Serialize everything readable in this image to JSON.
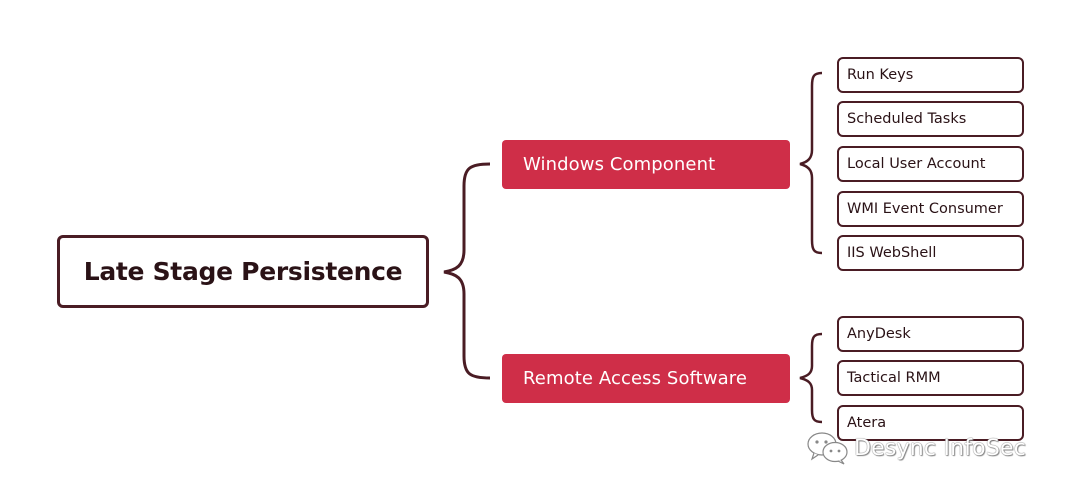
{
  "root": {
    "label": "Late Stage Persistence"
  },
  "branches": [
    {
      "label": "Windows Component",
      "items": [
        "Run Keys",
        "Scheduled Tasks",
        "Local User Account",
        "WMI Event Consumer",
        "IIS WebShell"
      ]
    },
    {
      "label": "Remote Access Software",
      "items": [
        "AnyDesk",
        "Tactical RMM",
        "Atera"
      ]
    }
  ],
  "watermark": {
    "text": "Desync InfoSec",
    "icon": "wechat-icon"
  },
  "colors": {
    "branch_fill": "#cf2e48",
    "outline": "#4a1c24",
    "text_dark": "#2a1216"
  }
}
